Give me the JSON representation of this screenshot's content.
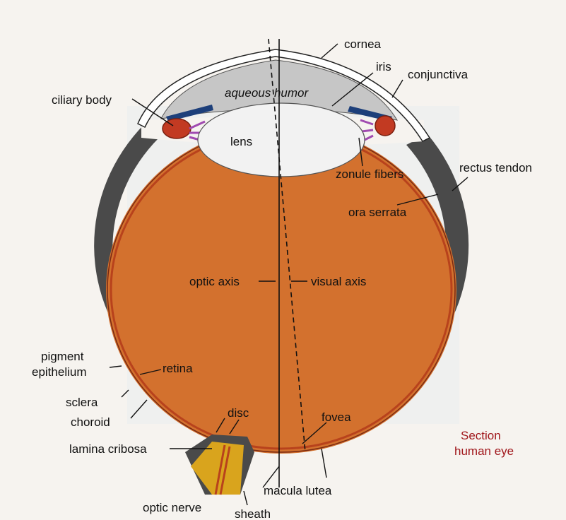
{
  "labels": {
    "cornea": "cornea",
    "iris": "iris",
    "conjunctiva": "conjunctiva",
    "ciliary_body": "ciliary body",
    "aqueous_humor": "aqueous humor",
    "lens": "lens",
    "zonule_fibers": "zonule fibers",
    "rectus_tendon": "rectus tendon",
    "ora_serrata": "ora serrata",
    "optic_axis": "optic axis",
    "visual_axis": "visual axis",
    "pigment_epithelium_1": "pigment",
    "pigment_epithelium_2": "epithelium",
    "retina": "retina",
    "sclera": "sclera",
    "choroid": "choroid",
    "disc": "disc",
    "fovea": "fovea",
    "lamina_cribosa": "lamina cribosa",
    "optic_nerve": "optic nerve",
    "sheath": "sheath",
    "macula_lutea": "macula lutea"
  },
  "caption": {
    "line1": "Section",
    "line2": "human eye"
  },
  "colors": {
    "vitreous": "#d3712e",
    "sclera": "#4a4a4a",
    "retina": "#b8421c",
    "aqueous": "#c6c6c6",
    "lens": "#f2f2f2",
    "iris": "#1d3f7a",
    "nerve": "#d9a41d",
    "caption": "#a0161b"
  }
}
